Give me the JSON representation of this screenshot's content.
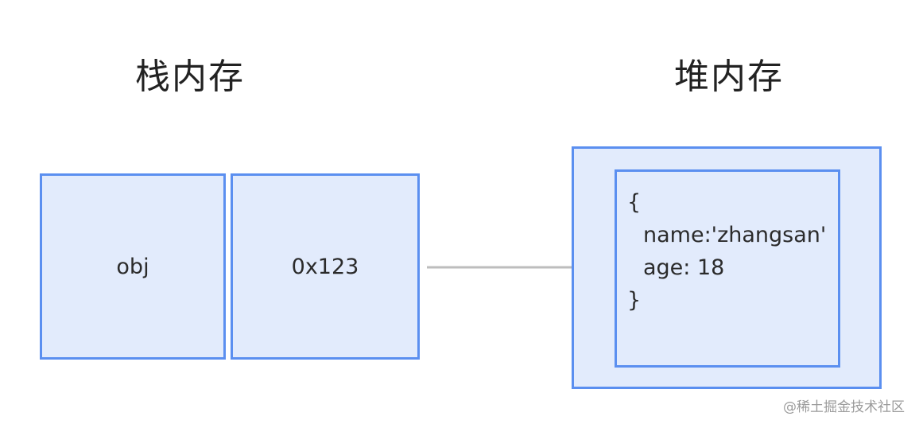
{
  "diagram": {
    "stack": {
      "title": "栈内存",
      "variable_name": "obj",
      "address": "0x123"
    },
    "heap": {
      "title": "堆内存",
      "object_lines": [
        "{",
        "name:'zhangsan'",
        "age: 18",
        "}"
      ]
    },
    "watermark": "@稀土掘金技术社区",
    "colors": {
      "box_fill": "#e2ebfc",
      "box_border": "#5b8ff0",
      "arrow": "#bdbdbd"
    }
  }
}
